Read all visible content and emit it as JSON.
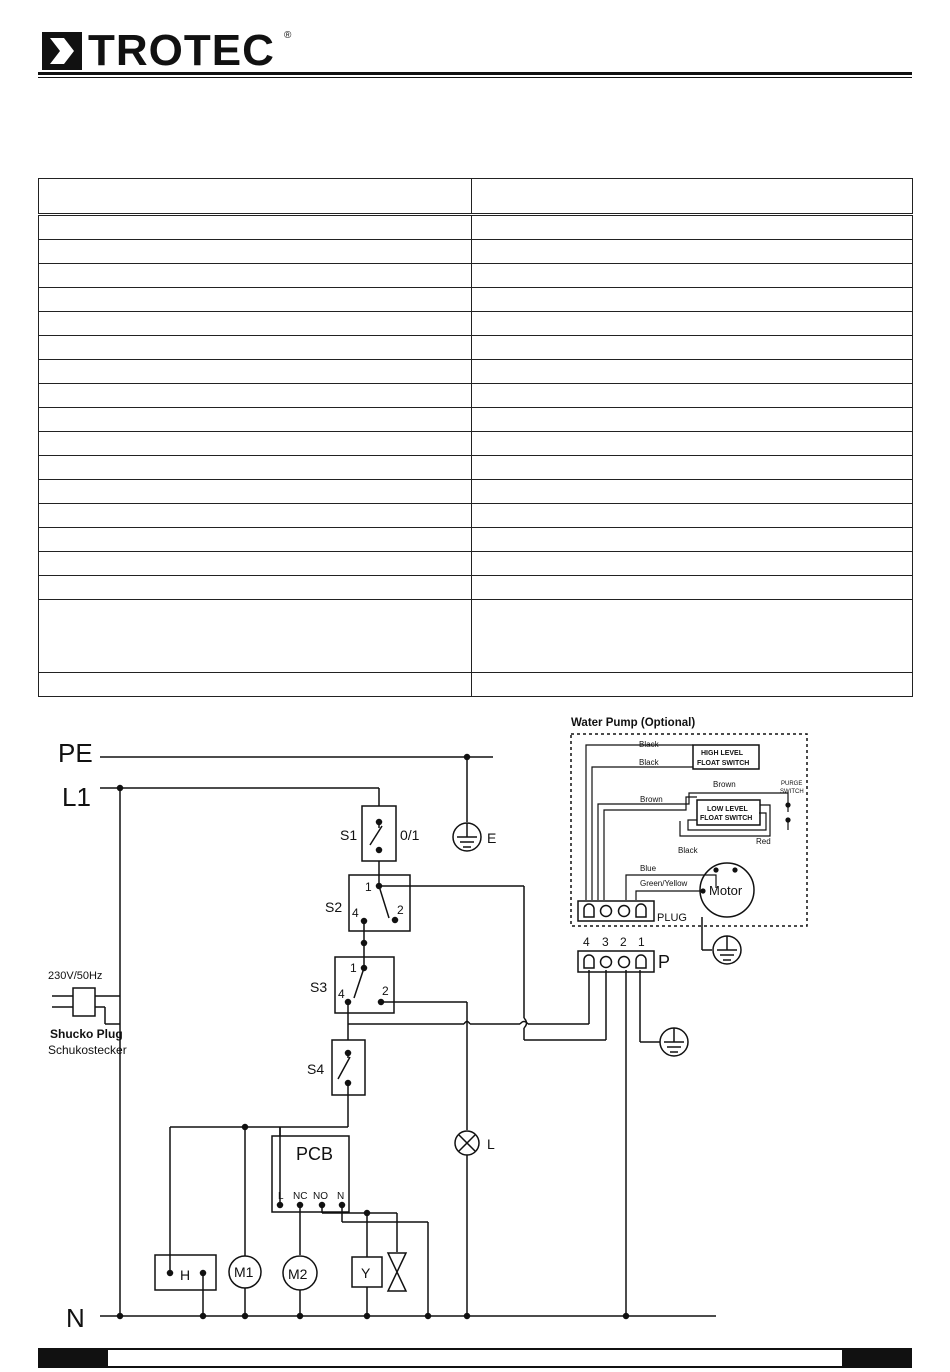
{
  "brand": {
    "name": "TROTEC",
    "registered": "®"
  },
  "spec_table": {
    "rows": 19
  },
  "diagram": {
    "rails": {
      "pe": "PE",
      "l1": "L1",
      "n": "N"
    },
    "plug": {
      "rating": "230V/50Hz",
      "name_en": "Shucko Plug",
      "name_de": "Schukostecker"
    },
    "switches": {
      "s1": "S1",
      "s1_state": "0/1",
      "s2": "S2",
      "s2_t1": "1",
      "s2_t4": "4",
      "s2_t2": "2",
      "s3": "S3",
      "s3_t1": "1",
      "s3_t4": "4",
      "s3_t2": "2",
      "s4": "S4"
    },
    "earth_label": "E",
    "pcb": {
      "title": "PCB",
      "t_l": "L",
      "t_nc": "NC",
      "t_no": "NO",
      "t_n": "N"
    },
    "loads": {
      "h": "H",
      "m1": "M1",
      "m2": "M2",
      "y": "Y",
      "lamp": "L"
    },
    "connector": {
      "label": "P",
      "p4": "4",
      "p3": "3",
      "p2": "2",
      "p1": "1"
    },
    "pump": {
      "title": "Water Pump (Optional)",
      "high_float_1": "HIGH LEVEL",
      "high_float_2": "FLOAT SWITCH",
      "low_float_1": "LOW LEVEL",
      "low_float_2": "FLOAT SWITCH",
      "purge_1": "PURGE",
      "purge_2": "SWITCH",
      "wire_black_1": "Black",
      "wire_black_2": "Black",
      "wire_black_3": "Black",
      "wire_brown_1": "Brown",
      "wire_brown_2": "Brown",
      "wire_red": "Red",
      "wire_blue": "Blue",
      "wire_gy": "Green/Yellow",
      "motor": "Motor",
      "plug": "PLUG"
    }
  }
}
